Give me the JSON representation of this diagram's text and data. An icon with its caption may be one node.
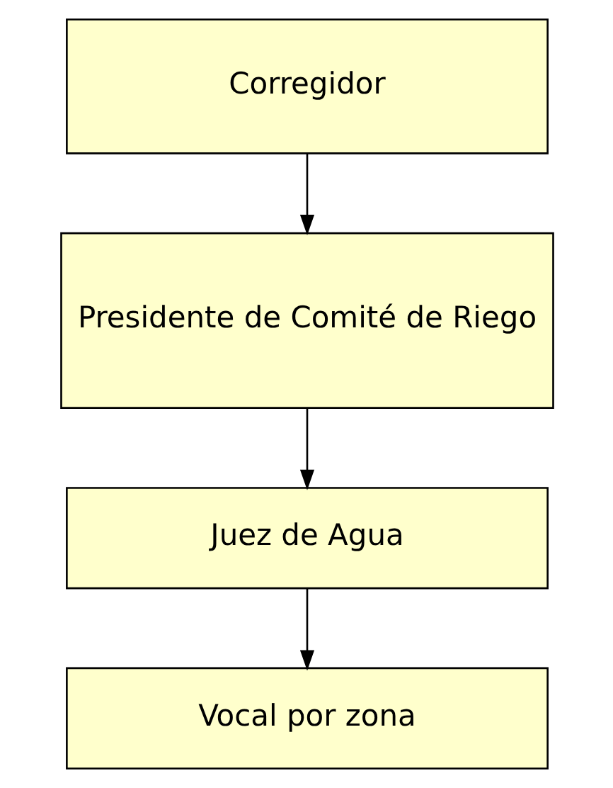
{
  "diagram": {
    "nodes": [
      {
        "text": [
          "Corregidor"
        ]
      },
      {
        "text": [
          "Presidente de Comité de Riego"
        ]
      },
      {
        "text": [
          "Juez de Agua"
        ]
      },
      {
        "text": [
          "Vocal por zona"
        ]
      }
    ],
    "edges": [
      {
        "from": 0,
        "to": 1,
        "arrow": "to"
      },
      {
        "from": 1,
        "to": 2,
        "arrow": "to"
      },
      {
        "from": 2,
        "to": 3,
        "arrow": "to"
      }
    ]
  }
}
